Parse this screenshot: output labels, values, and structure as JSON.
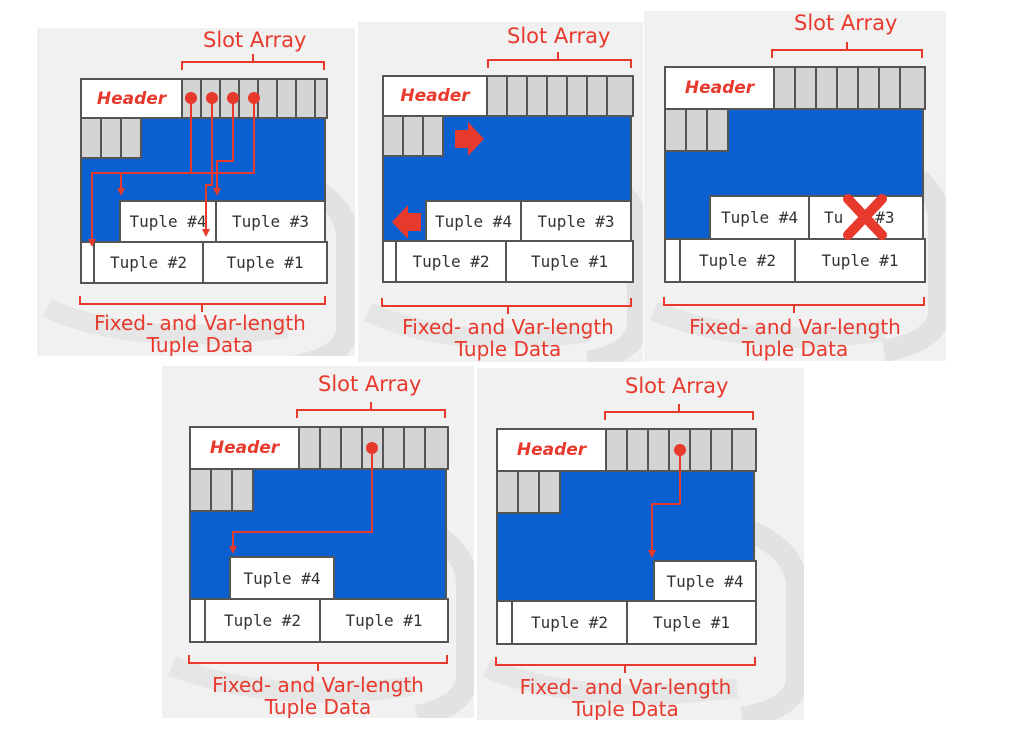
{
  "labels": {
    "slot_array": "Slot Array",
    "header": "Header",
    "tuple_data_line1": "Fixed- and Var-length",
    "tuple_data_line2": "Tuple Data"
  },
  "tuples": {
    "t1": "Tuple #1",
    "t2": "Tuple #2",
    "t3": "Tuple #3",
    "t4": "Tuple #4",
    "t3_partial": "Tu",
    "t3_suffix": "#3"
  },
  "colors": {
    "accent_red": "#e8392d",
    "page_blue": "#0a5fd1",
    "slot_gray": "#d4d4d4",
    "border": "#555555"
  }
}
